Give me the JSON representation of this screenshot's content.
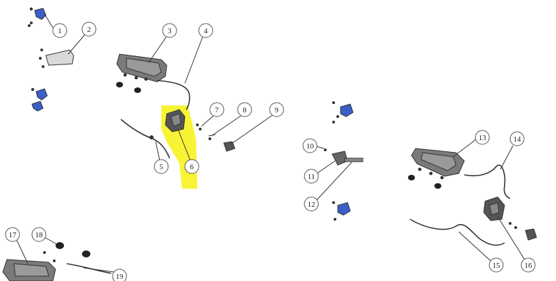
{
  "diagram": {
    "highlight_color": "#f7f21e",
    "bracket_color": "#3a5fc8",
    "callouts": [
      {
        "label": "1"
      },
      {
        "label": "2"
      },
      {
        "label": "3"
      },
      {
        "label": "4"
      },
      {
        "label": "5"
      },
      {
        "label": "6"
      },
      {
        "label": "7"
      },
      {
        "label": "8"
      },
      {
        "label": "9"
      },
      {
        "label": "10"
      },
      {
        "label": "11"
      },
      {
        "label": "12"
      },
      {
        "label": "13"
      },
      {
        "label": "14"
      },
      {
        "label": "15"
      },
      {
        "label": "16"
      },
      {
        "label": "17"
      },
      {
        "label": "18"
      },
      {
        "label": "19"
      }
    ]
  }
}
